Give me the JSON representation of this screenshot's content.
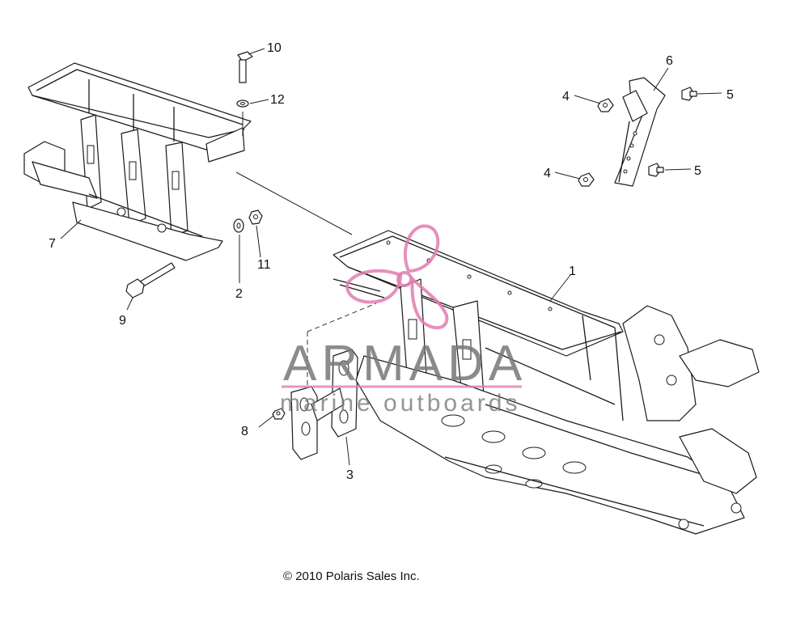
{
  "diagram": {
    "parts": [
      {
        "id": "1",
        "label": "1"
      },
      {
        "id": "2",
        "label": "2"
      },
      {
        "id": "3",
        "label": "3"
      },
      {
        "id": "4a",
        "label": "4"
      },
      {
        "id": "4b",
        "label": "4"
      },
      {
        "id": "5a",
        "label": "5"
      },
      {
        "id": "5b",
        "label": "5"
      },
      {
        "id": "6",
        "label": "6"
      },
      {
        "id": "7",
        "label": "7"
      },
      {
        "id": "8",
        "label": "8"
      },
      {
        "id": "9",
        "label": "9"
      },
      {
        "id": "10",
        "label": "10"
      },
      {
        "id": "11",
        "label": "11"
      },
      {
        "id": "12",
        "label": "12"
      }
    ]
  },
  "watermark": {
    "brand": "ARMADA",
    "tagline": "marine outboards",
    "logo_color": "#e07cb0",
    "text_color": "#777777"
  },
  "footer": {
    "copyright": "© 2010 Polaris Sales Inc."
  }
}
